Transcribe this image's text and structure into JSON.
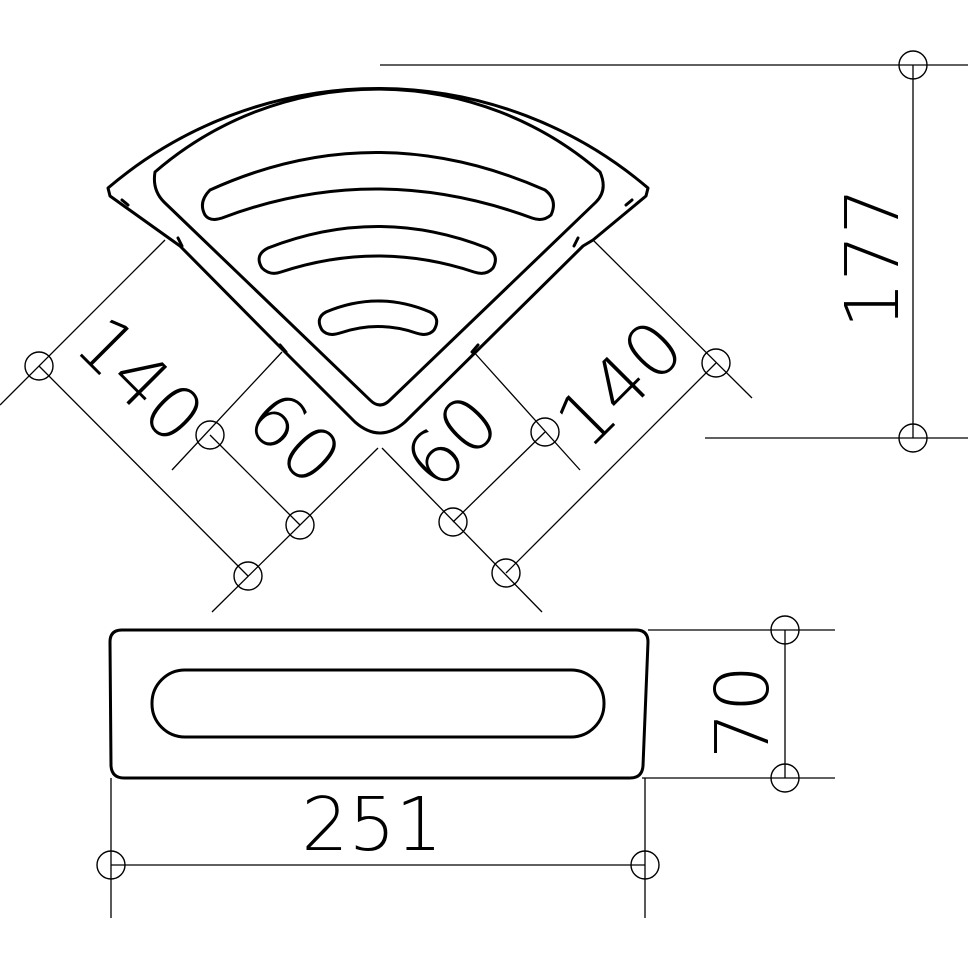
{
  "dimensions": {
    "height_total": "177",
    "leg_left_outer": "140",
    "leg_left_inner": "60",
    "leg_right_inner": "60",
    "leg_right_outer": "140",
    "depth": "70",
    "width": "251"
  }
}
